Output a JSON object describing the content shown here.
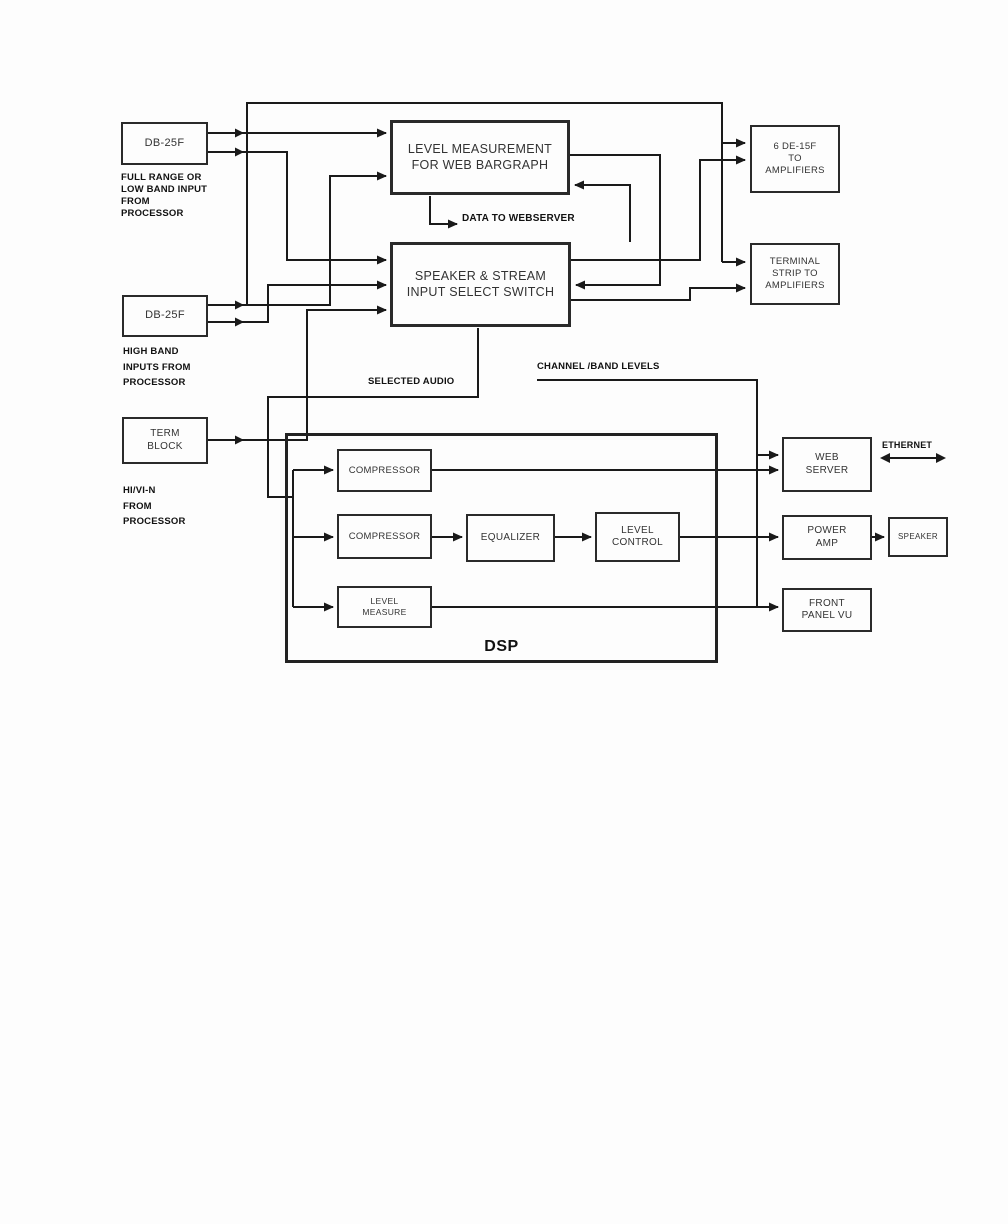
{
  "diagram": {
    "title": "Audio processor / DSP signal flow block diagram",
    "colors": {
      "line": "#1a1a1a",
      "box_border": "#2a2a2a",
      "text": "#111111",
      "background": "#fdfdfd"
    },
    "nodes": {
      "db25f_1": {
        "label": "DB-25F"
      },
      "db25f_2": {
        "label": "DB-25F"
      },
      "term_block": {
        "label": "TERM\nBLOCK"
      },
      "level_measurement": {
        "label": "LEVEL MEASUREMENT\nFOR WEB BARGRAPH"
      },
      "select_switch": {
        "label": "SPEAKER & STREAM\nINPUT SELECT SWITCH"
      },
      "de15f": {
        "label": "6 DE-15F\nTO\nAMPLIFIERS"
      },
      "terminal_strip": {
        "label": "TERMINAL\nSTRIP TO\nAMPLIFIERS"
      },
      "compressor_1": {
        "label": "COMPRESSOR"
      },
      "compressor_2": {
        "label": "COMPRESSOR"
      },
      "equalizer": {
        "label": "EQUALIZER"
      },
      "level_control": {
        "label": "LEVEL\nCONTROL"
      },
      "level_measure": {
        "label": "LEVEL\nMEASURE"
      },
      "web_server": {
        "label": "WEB\nSERVER"
      },
      "power_amp": {
        "label": "POWER\nAMP"
      },
      "speaker": {
        "label": "SPEAKER"
      },
      "front_panel_vu": {
        "label": "FRONT\nPANEL VU"
      },
      "dsp": {
        "label": "DSP"
      }
    },
    "captions": {
      "full_range": [
        "FULL RANGE OR",
        "LOW BAND INPUT",
        "FROM",
        "PROCESSOR"
      ],
      "high_band": [
        "HIGH BAND",
        "INPUTS FROM",
        "PROCESSOR"
      ],
      "hi_vi_n": [
        "HI/VI-N",
        "FROM",
        "PROCESSOR"
      ]
    },
    "annotations": {
      "data_to_webserver": "DATA  TO WEBSERVER",
      "selected_audio": "SELECTED AUDIO",
      "channel_band_levels": "CHANNEL /BAND LEVELS",
      "ethernet": "ETHERNET"
    }
  }
}
